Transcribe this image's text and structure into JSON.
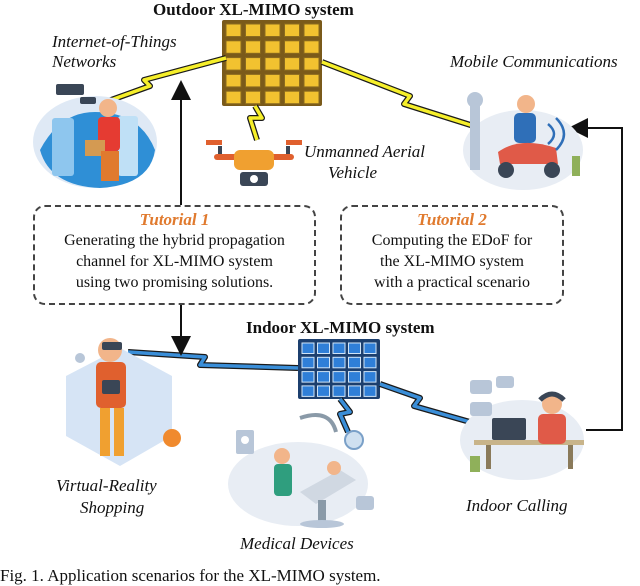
{
  "outdoor": {
    "title": "Outdoor XL-MIMO system",
    "iot_label": [
      "Internet-of-Things",
      "Networks"
    ],
    "mobile_label": "Mobile Communications",
    "uav_label": [
      "Unmanned Aerial",
      "Vehicle"
    ]
  },
  "tutorial1": {
    "title": "Tutorial 1",
    "lines": [
      "Generating the hybrid propagation",
      "channel for XL-MIMO system",
      "using two promising solutions."
    ]
  },
  "tutorial2": {
    "title": "Tutorial 2",
    "lines": [
      "Computing the EDoF for",
      "the XL-MIMO system",
      "with a practical scenario"
    ]
  },
  "indoor": {
    "title": "Indoor XL-MIMO system",
    "vr_label": [
      "Virtual-Reality",
      "Shopping"
    ],
    "medical_label": "Medical Devices",
    "calling_label": "Indoor Calling"
  },
  "caption": "Fig. 1.  Application scenarios for the XL-MIMO system.",
  "colors": {
    "outdoor_array": "#f2c230",
    "indoor_array": "#2f7fd8",
    "wireless_link": "#f6ef2a",
    "indoor_link": "#3a8ed8",
    "tutorial_title": "#e07a2e"
  }
}
